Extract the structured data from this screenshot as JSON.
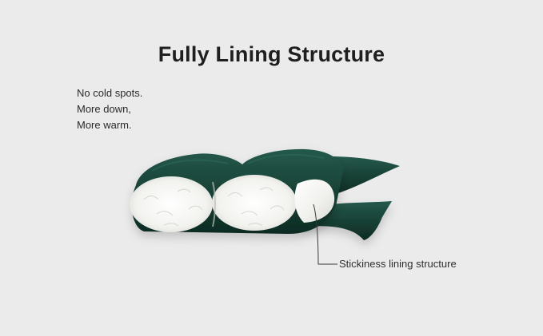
{
  "title": "Fully Lining Structure",
  "notes": [
    "No cold spots.",
    "More down,",
    "More warm."
  ],
  "callout": {
    "label": "Stickiness lining structure"
  },
  "colors": {
    "background": "#ebebeb",
    "fabric": "#173f34",
    "fabric_dark": "#0f2d25",
    "down": "#f4f4f2"
  },
  "illustration": {
    "subject": "down-filled-baffle-cross-section-icon"
  }
}
